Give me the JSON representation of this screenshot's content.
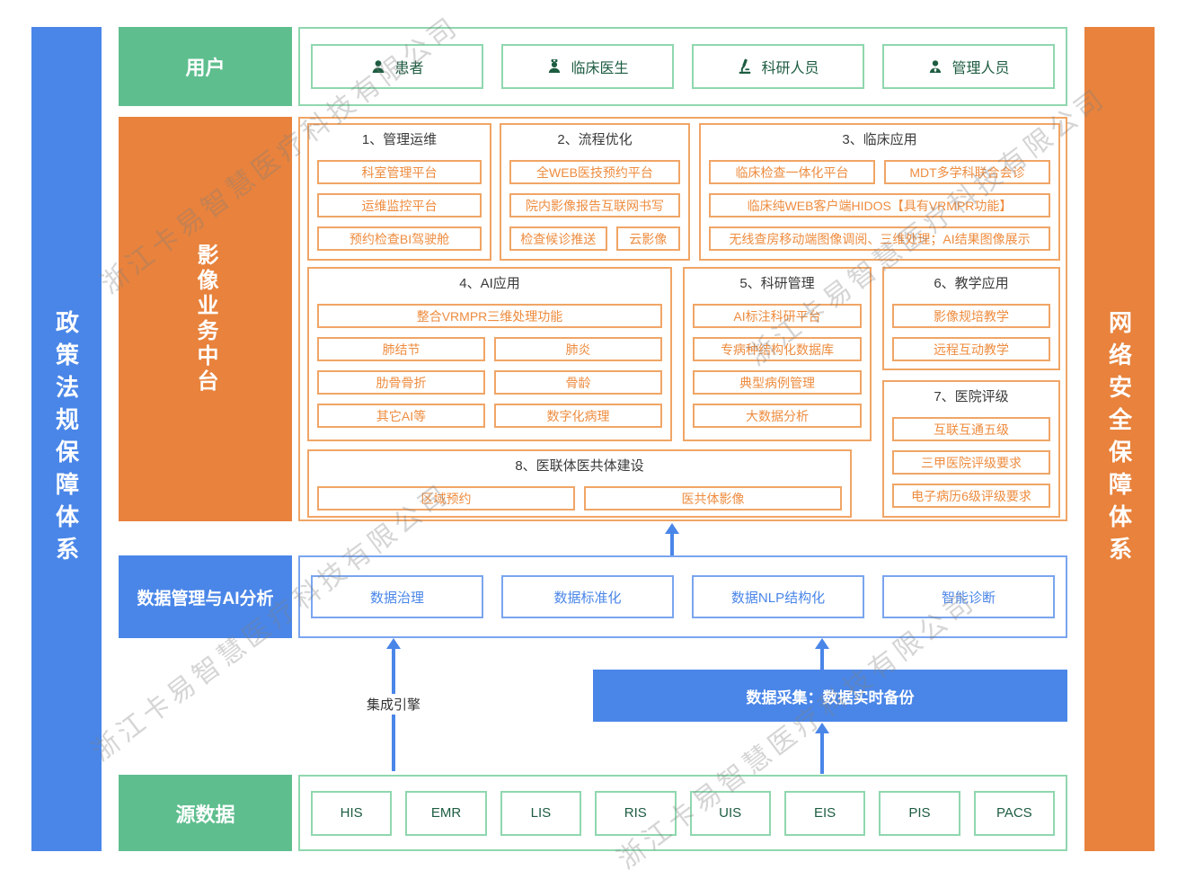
{
  "watermark": {
    "text": "浙江卡易智慧医疗科技有限公司"
  },
  "left_sidebar": {
    "label": "政策法规保障体系"
  },
  "right_sidebar": {
    "label": "网络安全保障体系"
  },
  "users_row": {
    "label": "用户",
    "items": [
      {
        "icon": "patient-icon",
        "label": "患者"
      },
      {
        "icon": "doctor-icon",
        "label": "临床医生"
      },
      {
        "icon": "microscope-icon",
        "label": "科研人员"
      },
      {
        "icon": "manager-icon",
        "label": "管理人员"
      }
    ]
  },
  "platform_row": {
    "label": "影像业务中台",
    "sections": [
      {
        "title": "1、管理运维",
        "rows": [
          [
            "科室管理平台"
          ],
          [
            "运维监控平台"
          ],
          [
            "预约检查BI驾驶舱"
          ]
        ]
      },
      {
        "title": "2、流程优化",
        "rows": [
          [
            "全WEB医技预约平台"
          ],
          [
            "院内影像报告互联网书写"
          ],
          [
            {
              "label": "检查候诊推送",
              "flex": 1.55
            },
            {
              "label": "云影像",
              "flex": 1
            }
          ]
        ]
      },
      {
        "title": "3、临床应用",
        "rows": [
          [
            "临床检查一体化平台",
            "MDT多学科联合会诊"
          ],
          [
            "临床纯WEB客户端HIDOS【具有VRMPR功能】"
          ],
          [
            "无线查房移动端图像调阅、三维处理；AI结果图像展示"
          ]
        ]
      },
      {
        "title": "4、AI应用",
        "rows": [
          [
            "整合VRMPR三维处理功能"
          ],
          [
            "肺结节",
            "肺炎"
          ],
          [
            "肋骨骨折",
            "骨龄"
          ],
          [
            "其它AI等",
            "数字化病理"
          ]
        ]
      },
      {
        "title": "5、科研管理",
        "rows": [
          [
            "AI标注科研平台"
          ],
          [
            "专病种结构化数据库"
          ],
          [
            "典型病例管理"
          ],
          [
            "大数据分析"
          ]
        ]
      },
      {
        "title": "6、教学应用",
        "rows": [
          [
            "影像规培教学"
          ],
          [
            "远程互动教学"
          ]
        ]
      },
      {
        "title": "7、医院评级",
        "rows": [
          [
            "互联互通五级"
          ],
          [
            "三甲医院评级要求"
          ],
          [
            "电子病历6级评级要求"
          ]
        ]
      },
      {
        "title": "8、医联体医共体建设",
        "rows": [
          [
            "区域预约",
            "医共体影像"
          ]
        ]
      }
    ]
  },
  "data_ai_row": {
    "label": "数据管理与AI分析",
    "items": [
      "数据治理",
      "数据标准化",
      "数据NLP结构化",
      "智能诊断"
    ]
  },
  "middle_area": {
    "integration_engine": "集成引擎",
    "data_collection": "数据采集：数据实时备份"
  },
  "source_row": {
    "label": "源数据",
    "items": [
      "HIS",
      "EMR",
      "LIS",
      "RIS",
      "UIS",
      "EIS",
      "PIS",
      "PACS"
    ]
  },
  "colors": {
    "blue": "#4a86e8",
    "blue_border": "#7aa5ee",
    "orange": "#e8823c",
    "orange_border": "#f0a566",
    "orange_text": "#ee8c3f",
    "green": "#5ebe8e",
    "green_border": "#8fd7ae",
    "green_text": "#1d5c41"
  }
}
